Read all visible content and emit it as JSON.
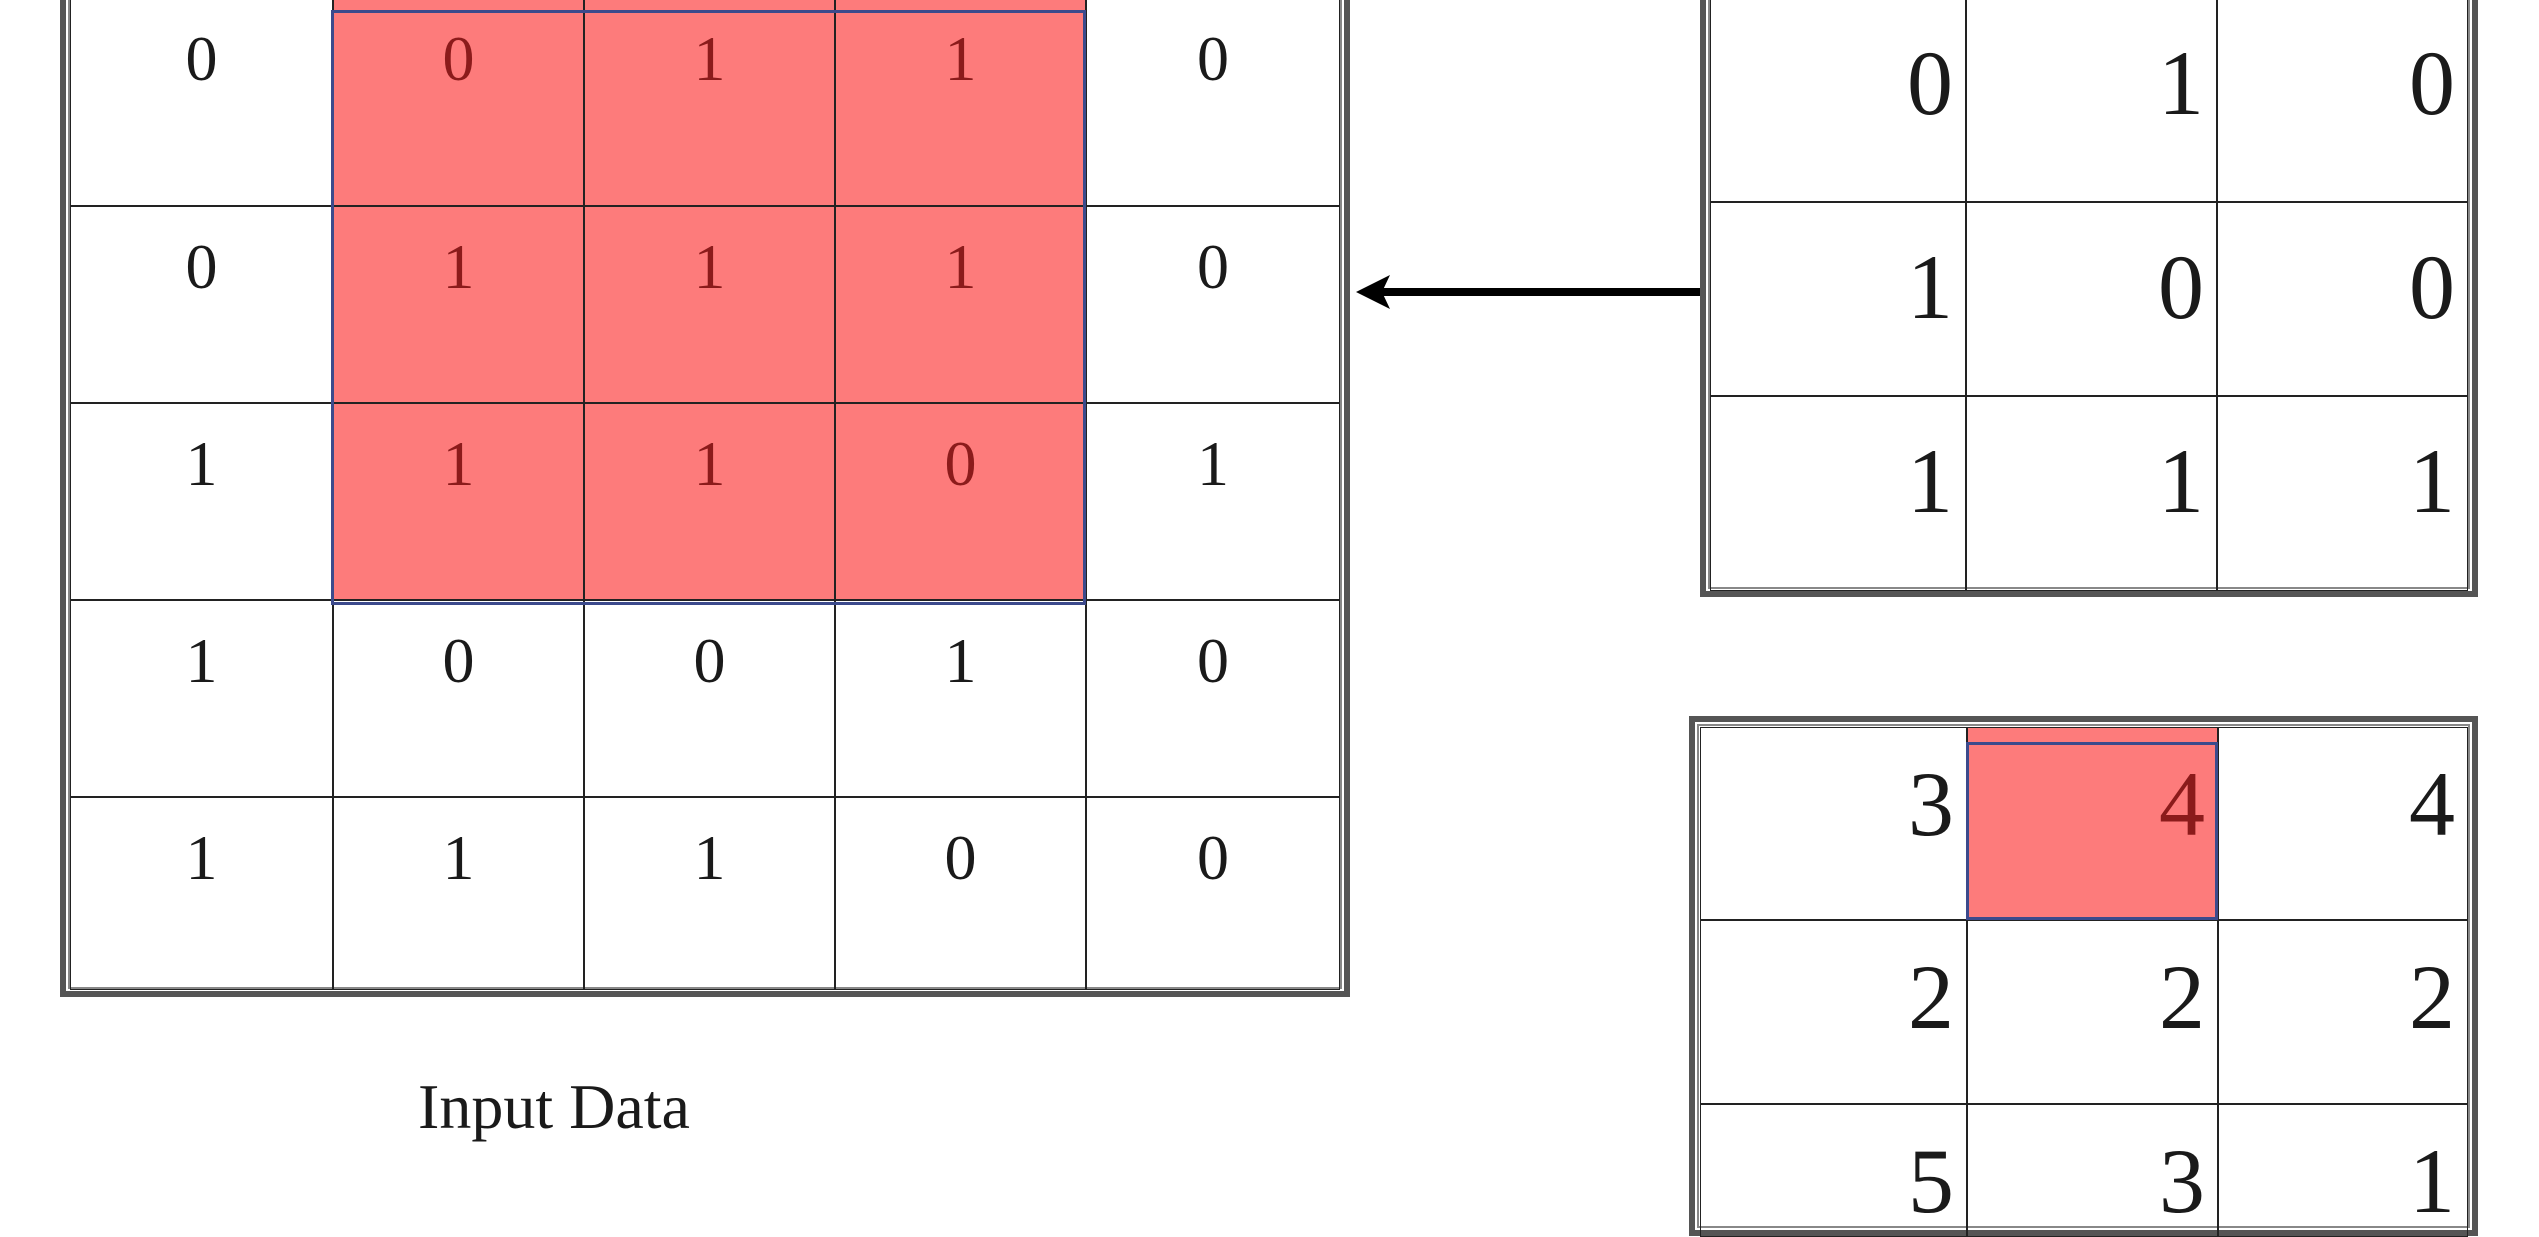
{
  "input_grid": {
    "label": "Input Data",
    "rows": [
      [
        "0",
        "0",
        "1",
        "1",
        "0"
      ],
      [
        "0",
        "1",
        "1",
        "1",
        "0"
      ],
      [
        "1",
        "1",
        "1",
        "0",
        "1"
      ],
      [
        "1",
        "0",
        "0",
        "1",
        "0"
      ],
      [
        "1",
        "1",
        "1",
        "0",
        "0"
      ]
    ],
    "highlight": {
      "rows": [
        0,
        1,
        2
      ],
      "cols": [
        1,
        2,
        3
      ]
    }
  },
  "kernel_grid": {
    "rows": [
      [
        "0",
        "1",
        "0"
      ],
      [
        "1",
        "0",
        "0"
      ],
      [
        "1",
        "1",
        "1"
      ]
    ]
  },
  "output_grid": {
    "rows": [
      [
        "3",
        "4",
        "4"
      ],
      [
        "2",
        "2",
        "2"
      ],
      [
        "5",
        "3",
        "1"
      ]
    ],
    "highlight": {
      "row": 0,
      "col": 1
    }
  },
  "colors": {
    "highlight_fill": "#fd7b7b",
    "highlight_text": "#8b1b1b",
    "highlight_border": "#3c4a8c",
    "frame": "#555555",
    "arrow": "#000000"
  }
}
